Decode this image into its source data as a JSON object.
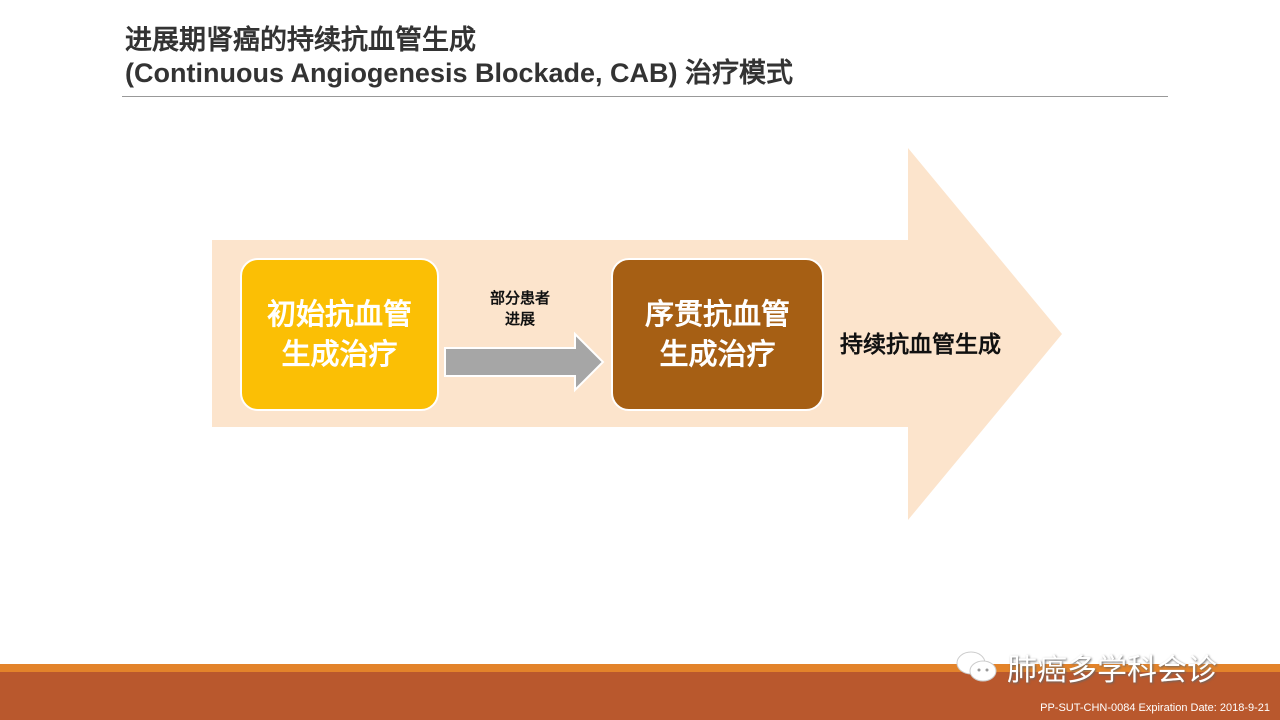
{
  "title": {
    "line1": "进展期肾癌的持续抗血管生成",
    "line2": "(Continuous Angiogenesis Blockade, CAB) 治疗模式"
  },
  "diagram": {
    "box1": {
      "line1": "初始抗血管",
      "line2": "生成治疗"
    },
    "transition": {
      "line1": "部分患者",
      "line2": "进展"
    },
    "box2": {
      "line1": "序贯抗血管",
      "line2": "生成治疗"
    },
    "outcome": "持续抗血管生成"
  },
  "footer": {
    "watermark": "肺癌多学科会诊",
    "code": "PP-SUT-CHN-0084  Expiration Date: 2018-9-21"
  },
  "colors": {
    "big_arrow": "#fce4cc",
    "box1": "#fbbf05",
    "box2": "#a65f14",
    "small_arrow": "#a6a6a6",
    "band": "#b9582d",
    "stripe": "#e3832a"
  }
}
